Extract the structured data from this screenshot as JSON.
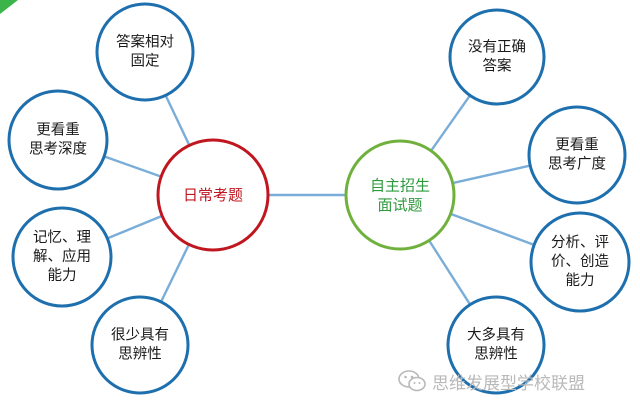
{
  "left_center": {
    "lines": [
      "日常考题"
    ],
    "color": "#c0161f"
  },
  "right_center": {
    "lines": [
      "自主招生",
      "面试题"
    ],
    "color": "#2e9a3e"
  },
  "left_nodes": [
    {
      "lines": [
        "答案相对",
        "固定"
      ]
    },
    {
      "lines": [
        "更看重",
        "思考深度"
      ]
    },
    {
      "lines": [
        "记忆、理",
        "解、应用",
        "能力"
      ]
    },
    {
      "lines": [
        "很少具有",
        "思辨性"
      ]
    }
  ],
  "right_nodes": [
    {
      "lines": [
        "没有正确",
        "答案"
      ]
    },
    {
      "lines": [
        "更看重",
        "思考广度"
      ]
    },
    {
      "lines": [
        "分析、评",
        "价、创造",
        "能力"
      ]
    },
    {
      "lines": [
        "大多具有",
        "思辨性"
      ]
    }
  ],
  "colors": {
    "left_ring": "#c0161f",
    "right_ring": "#6fb13c",
    "outer_ring": "#1d6fae",
    "connector": "#7aaed8",
    "node_text": "#1a1a1a"
  },
  "watermark": {
    "text": "思维发展型学校联盟",
    "icon": "wechat-icon"
  }
}
